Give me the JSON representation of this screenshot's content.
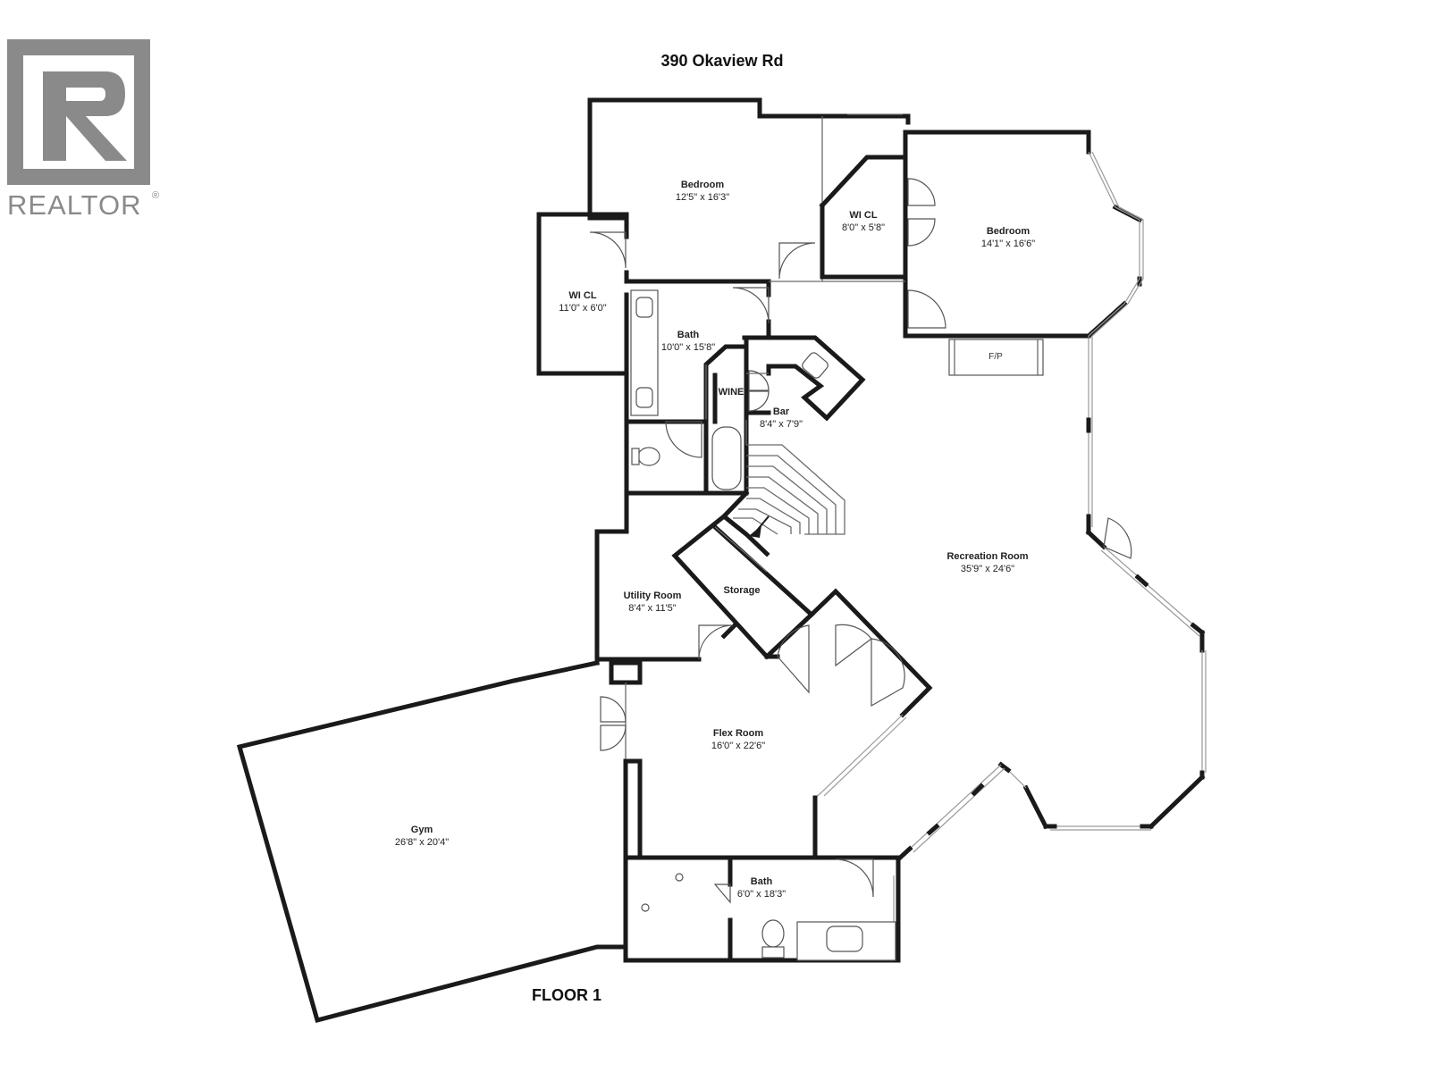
{
  "header": {
    "address": "390 Okaview Rd"
  },
  "footer": {
    "floor_label": "FLOOR 1"
  },
  "logo": {
    "text": "REALTOR",
    "registered": "®",
    "icon": "realtor-r-logo"
  },
  "rooms": {
    "bedroom_a": {
      "name": "Bedroom",
      "dims": "12'5\" x 16'3\""
    },
    "wicl_a": {
      "name": "WI CL",
      "dims": "8'0\" x 5'8\""
    },
    "bedroom_b": {
      "name": "Bedroom",
      "dims": "14'1\" x 16'6\""
    },
    "wicl_b": {
      "name": "WI CL",
      "dims": "11'0\" x 6'0\""
    },
    "bath_a": {
      "name": "Bath",
      "dims": "10'0\" x 15'8\""
    },
    "wine": {
      "name": "WINE"
    },
    "bar": {
      "name": "Bar",
      "dims": "8'4\" x 7'9\""
    },
    "fireplace": {
      "name": "F/P"
    },
    "recreation": {
      "name": "Recreation Room",
      "dims": "35'9\" x 24'6\""
    },
    "storage": {
      "name": "Storage"
    },
    "utility": {
      "name": "Utility Room",
      "dims": "8'4\" x 11'5\""
    },
    "flex": {
      "name": "Flex Room",
      "dims": "16'0\" x 22'6\""
    },
    "gym": {
      "name": "Gym",
      "dims": "26'8\" x 20'4\""
    },
    "bath_b": {
      "name": "Bath",
      "dims": "6'0\" x 18'3\""
    }
  },
  "colors": {
    "wall": "#1a1a1a",
    "logo": "#8a8a8a"
  }
}
